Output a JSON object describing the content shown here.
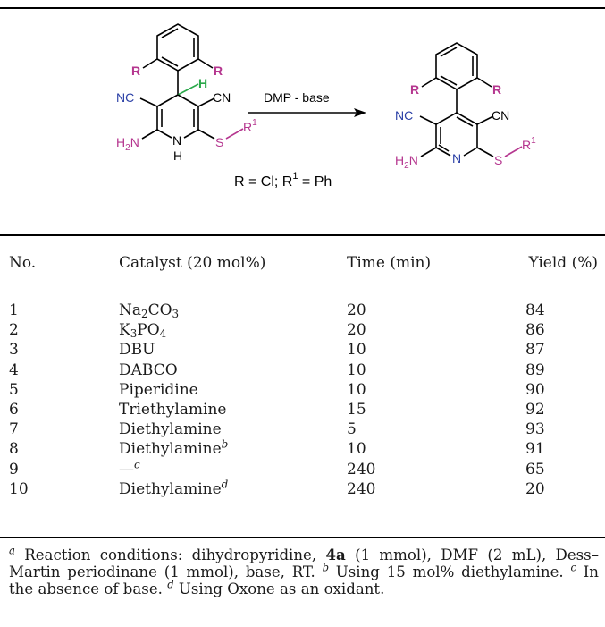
{
  "scheme": {
    "arrow_label": "DMP - base",
    "condition_text": "R = Cl; R",
    "condition_sup": "1",
    "condition_tail": " = Ph",
    "label_R": "R",
    "label_R1_base": "R",
    "label_R1_sup": "1",
    "label_H": "H",
    "label_NC": "NC",
    "label_CN": "CN",
    "label_H2N_h": "H",
    "label_H2N_sub": "2",
    "label_H2N_n": "N",
    "label_N": "N",
    "label_S": "S",
    "colors": {
      "R": "#b5368f",
      "H": "#2aa84a",
      "N": "#2a3fa6",
      "S": "#b5368f",
      "bond": "#000000"
    }
  },
  "table": {
    "headers": {
      "no": "No.",
      "catalyst": "Catalyst (20 mol%)",
      "time": "Time (min)",
      "yield": "Yield (%)"
    },
    "rows": [
      {
        "no": "1",
        "cat": "Na",
        "cat_sub1": "2",
        "cat_mid": "CO",
        "cat_sub2": "3",
        "cat_sup": "",
        "time": "20",
        "yield": "84"
      },
      {
        "no": "2",
        "cat": "K",
        "cat_sub1": "3",
        "cat_mid": "PO",
        "cat_sub2": "4",
        "cat_sup": "",
        "time": "20",
        "yield": "86"
      },
      {
        "no": "3",
        "cat": "DBU",
        "cat_sub1": "",
        "cat_mid": "",
        "cat_sub2": "",
        "cat_sup": "",
        "time": "10",
        "yield": "87"
      },
      {
        "no": "4",
        "cat": "DABCO",
        "cat_sub1": "",
        "cat_mid": "",
        "cat_sub2": "",
        "cat_sup": "",
        "time": "10",
        "yield": "89"
      },
      {
        "no": "5",
        "cat": "Piperidine",
        "cat_sub1": "",
        "cat_mid": "",
        "cat_sub2": "",
        "cat_sup": "",
        "time": "10",
        "yield": "90"
      },
      {
        "no": "6",
        "cat": "Triethylamine",
        "cat_sub1": "",
        "cat_mid": "",
        "cat_sub2": "",
        "cat_sup": "",
        "time": "15",
        "yield": "92"
      },
      {
        "no": "7",
        "cat": "Diethylamine",
        "cat_sub1": "",
        "cat_mid": "",
        "cat_sub2": "",
        "cat_sup": "",
        "time": "5",
        "yield": "93"
      },
      {
        "no": "8",
        "cat": "Diethylamine",
        "cat_sub1": "",
        "cat_mid": "",
        "cat_sub2": "",
        "cat_sup": "b",
        "time": "10",
        "yield": "91"
      },
      {
        "no": "9",
        "cat": "—",
        "cat_sub1": "",
        "cat_mid": "",
        "cat_sub2": "",
        "cat_sup": "c",
        "time": "240",
        "yield": "65"
      },
      {
        "no": "10",
        "cat": "Diethylamine",
        "cat_sub1": "",
        "cat_mid": "",
        "cat_sub2": "",
        "cat_sup": "d",
        "time": "240",
        "yield": "20"
      }
    ]
  },
  "footnote": {
    "a_mark": "a",
    "a_text1": " Reaction conditions: dihydropyridine, ",
    "a_bold": "4a",
    "a_text2": " (1 mmol), DMF (2 mL), Dess–Martin periodinane (1 mmol), base, RT. ",
    "b_mark": "b",
    "b_text": " Using 15 mol% diethylamine. ",
    "c_mark": "c",
    "c_text": " In the absence of base. ",
    "d_mark": "d",
    "d_text": " Using Oxone as an oxidant."
  }
}
